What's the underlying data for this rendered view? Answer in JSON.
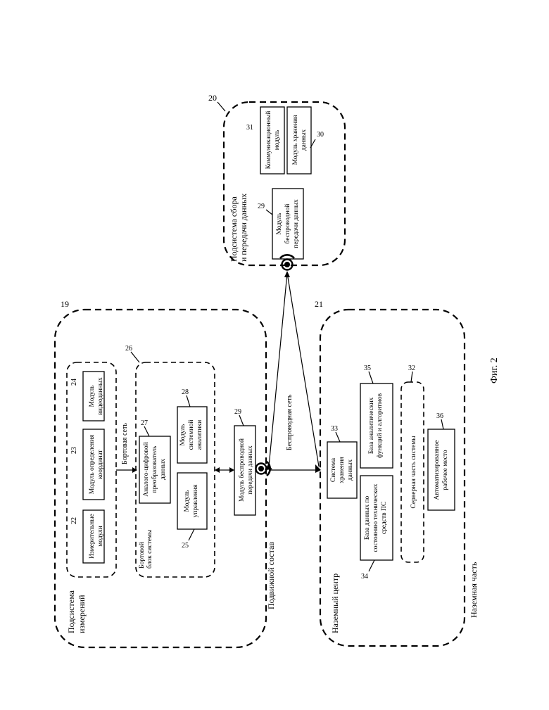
{
  "figure_caption": "Фиг. 2",
  "groups": {
    "rolling_stock": {
      "number": "19",
      "label": "Подвижной состав"
    },
    "measurement_subsystem": {
      "number": "",
      "label_line1": "Подсистема",
      "label_line2": "измерений"
    },
    "onboard_unit": {
      "number": "26",
      "label_line1": "Бортовой",
      "label_line2": "блок системы"
    },
    "collection_subsystem": {
      "number": "20",
      "label_line1": "Подсистема сбора",
      "label_line2": "и передачи данных"
    },
    "ground_center": {
      "number": "21",
      "label": "Наземный центр"
    },
    "ground_part": {
      "label": "Наземная часть"
    },
    "server_part": {
      "number": "32",
      "label": "Серверная часть системы"
    }
  },
  "connections": {
    "onboard_network": "Бортовая сеть",
    "wireless_network": "Беспроводная сеть"
  },
  "modules": {
    "m22": {
      "number": "22",
      "line1": "Измерительные",
      "line2": "модули",
      "line3": ""
    },
    "m23": {
      "number": "23",
      "line1": "Модуль определения",
      "line2": "координат",
      "line3": ""
    },
    "m24": {
      "number": "24",
      "line1": "Модуль",
      "line2": "видеоданных",
      "line3": ""
    },
    "m25": {
      "number": "25",
      "line1": "Модуль",
      "line2": "управления",
      "line3": ""
    },
    "m27": {
      "number": "27",
      "line1": "Аналого-цифровой",
      "line2": "преобразователь",
      "line3": "данных"
    },
    "m28": {
      "number": "28",
      "line1": "Модуль",
      "line2": "системной",
      "line3": "аналитики"
    },
    "m29a": {
      "number": "29",
      "line1": "Модуль беспроводной",
      "line2": "передачи данных",
      "line3": ""
    },
    "m29b": {
      "number": "29",
      "line1": "Модуль",
      "line2": "беспроводной",
      "line3": "передачи данных"
    },
    "m30": {
      "number": "30",
      "line1": "Модуль хранения",
      "line2": "данных",
      "line3": ""
    },
    "m31": {
      "number": "31",
      "line1": "Коммуникационный",
      "line2": "модуль",
      "line3": ""
    },
    "m33": {
      "number": "33",
      "line1": "Система",
      "line2": "хранения",
      "line3": "данных"
    },
    "m34": {
      "number": "34",
      "line1": "База данных по",
      "line2": "состоянию технических",
      "line3": "средств ПС"
    },
    "m35": {
      "number": "35",
      "line1": "База аналитических",
      "line2": "функций и алгоритмов",
      "line3": ""
    },
    "m36": {
      "number": "36",
      "line1": "Автоматизированное",
      "line2": "рабочее место",
      "line3": ""
    }
  }
}
